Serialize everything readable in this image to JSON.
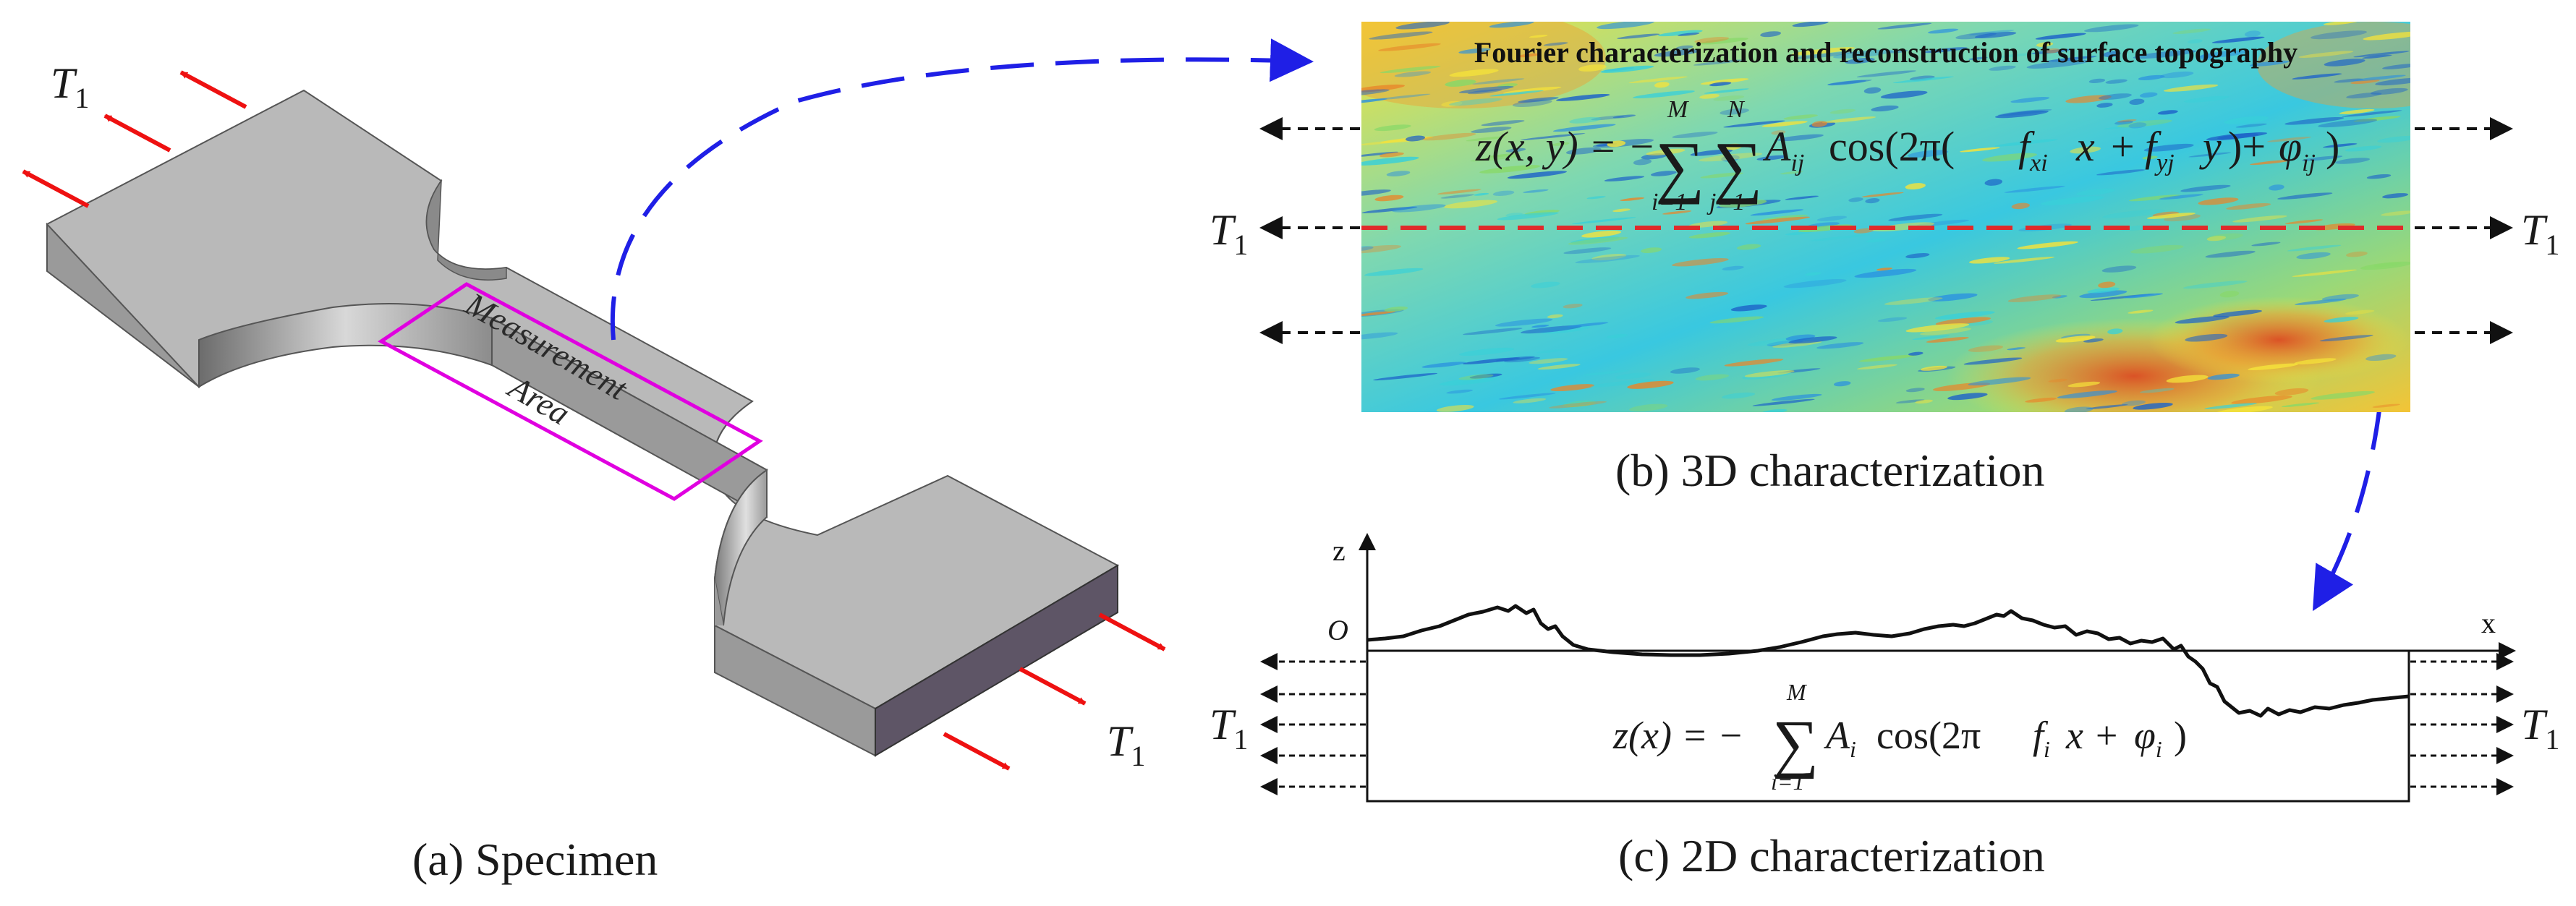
{
  "captions": {
    "a": "(a) Specimen",
    "b": "(b) 3D characterization",
    "c": "(c) 2D characterization"
  },
  "specimen": {
    "area_label_line1": "Measurement",
    "area_label_line2": "Area",
    "load_symbol": "T",
    "load_subscript": "1",
    "colors": {
      "top_face": "#b9b9b9",
      "side_face": "#9a9a9a",
      "end_face": "#5e5566",
      "area_outline": "#e000e0",
      "arrow": "#ee1111"
    }
  },
  "panel3d": {
    "title": "Fourier characterization and reconstruction of surface topography",
    "equation": {
      "lhs": "z(x, y) = −",
      "sum1_top": "M",
      "sum1_bottom": "i=1",
      "sum2_top": "N",
      "sum2_bottom": "j=1",
      "term_A": "A",
      "term_A_sub": "ij",
      "cos_part": "cos(2π(",
      "f1": "f",
      "f1_sub": "xi",
      "x": "x",
      "plus": "+",
      "f2": "f",
      "f2_sub": "yj",
      "y": "y",
      "close": ")+",
      "phi": "φ",
      "phi_sub": "ij",
      "end": ")"
    },
    "load_symbol": "T",
    "load_subscript": "1",
    "colors": {
      "blue": "#2aa0e0",
      "cyan": "#39d0d8",
      "yellow": "#f5e33a",
      "orange": "#f08a26",
      "red": "#d4261a",
      "dash": "#e02a2a"
    }
  },
  "panel2d": {
    "axis_z": "z",
    "axis_x": "x",
    "origin": "O",
    "equation": {
      "lhs": "z(x) = −",
      "sum_top": "M",
      "sum_bottom": "i=1",
      "term_A": "A",
      "term_A_sub": "i",
      "cos_part": "cos(2π",
      "f": "f",
      "f_sub": "i",
      "x": "x +",
      "phi": "φ",
      "phi_sub": "i",
      "end": ")"
    },
    "load_symbol": "T",
    "load_subscript": "1"
  },
  "connector_color": "#1f1fe6"
}
